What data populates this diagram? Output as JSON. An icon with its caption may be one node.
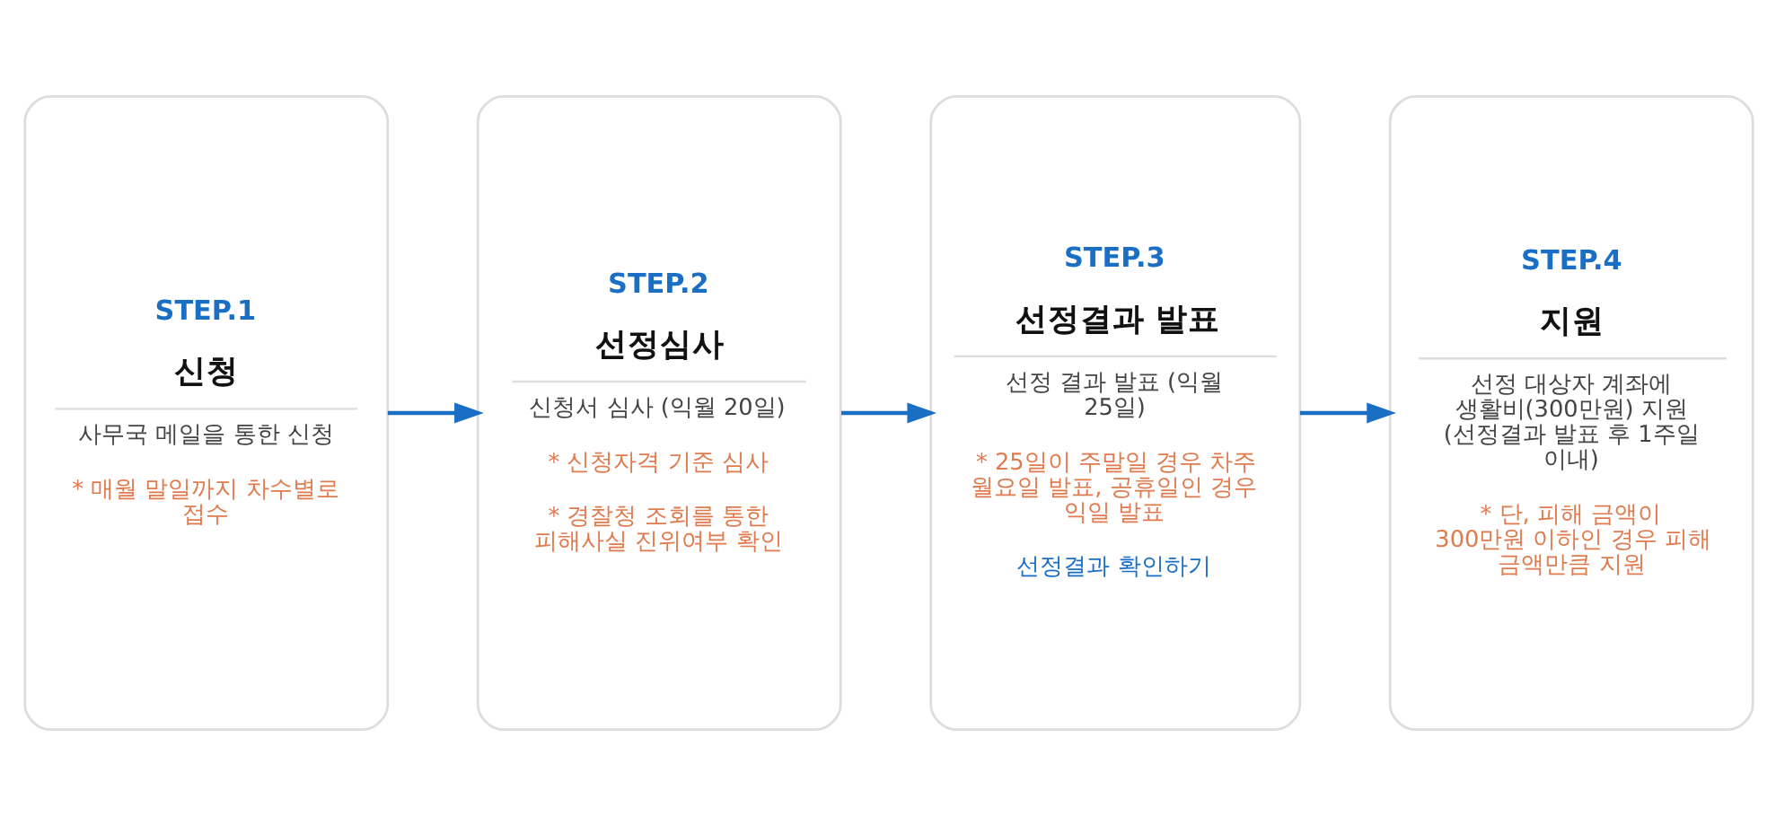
{
  "diagram": {
    "nodes": [
      {
        "text": [
          "STEP.1",
          "신청",
          "사무국 메일을 통한 신청",
          "* 매월 말일까지 차수별로 접수"
        ]
      },
      {
        "text": [
          "STEP.2",
          "선정심사",
          "신청서 심사 (익월 20일)",
          "* 신청자격 기준 심사",
          "* 경찰청 조회를 통한 피해사실 진위여부 확인"
        ]
      },
      {
        "text": [
          "STEP.3",
          "선정결과 발표",
          "선정 결과 발표 (익월 25일)",
          "* 25일이 주말일 경우 차주 월요일 발표, 공휴일인 경우 익일 발표",
          "선정결과 확인하기"
        ]
      },
      {
        "text": [
          "STEP.4",
          "지원",
          "선정 대상자 계좌에 생활비(300만원) 지원 (선정결과 발표 후 1주일 이내)",
          "* 단, 피해 금액이 300만원 이하인 경우 피해 금액만큼 지원"
        ]
      }
    ],
    "edges": [
      {
        "from": 0,
        "to": 1,
        "arrow": "to"
      },
      {
        "from": 1,
        "to": 2,
        "arrow": "to"
      },
      {
        "from": 2,
        "to": 3,
        "arrow": "to"
      }
    ]
  }
}
